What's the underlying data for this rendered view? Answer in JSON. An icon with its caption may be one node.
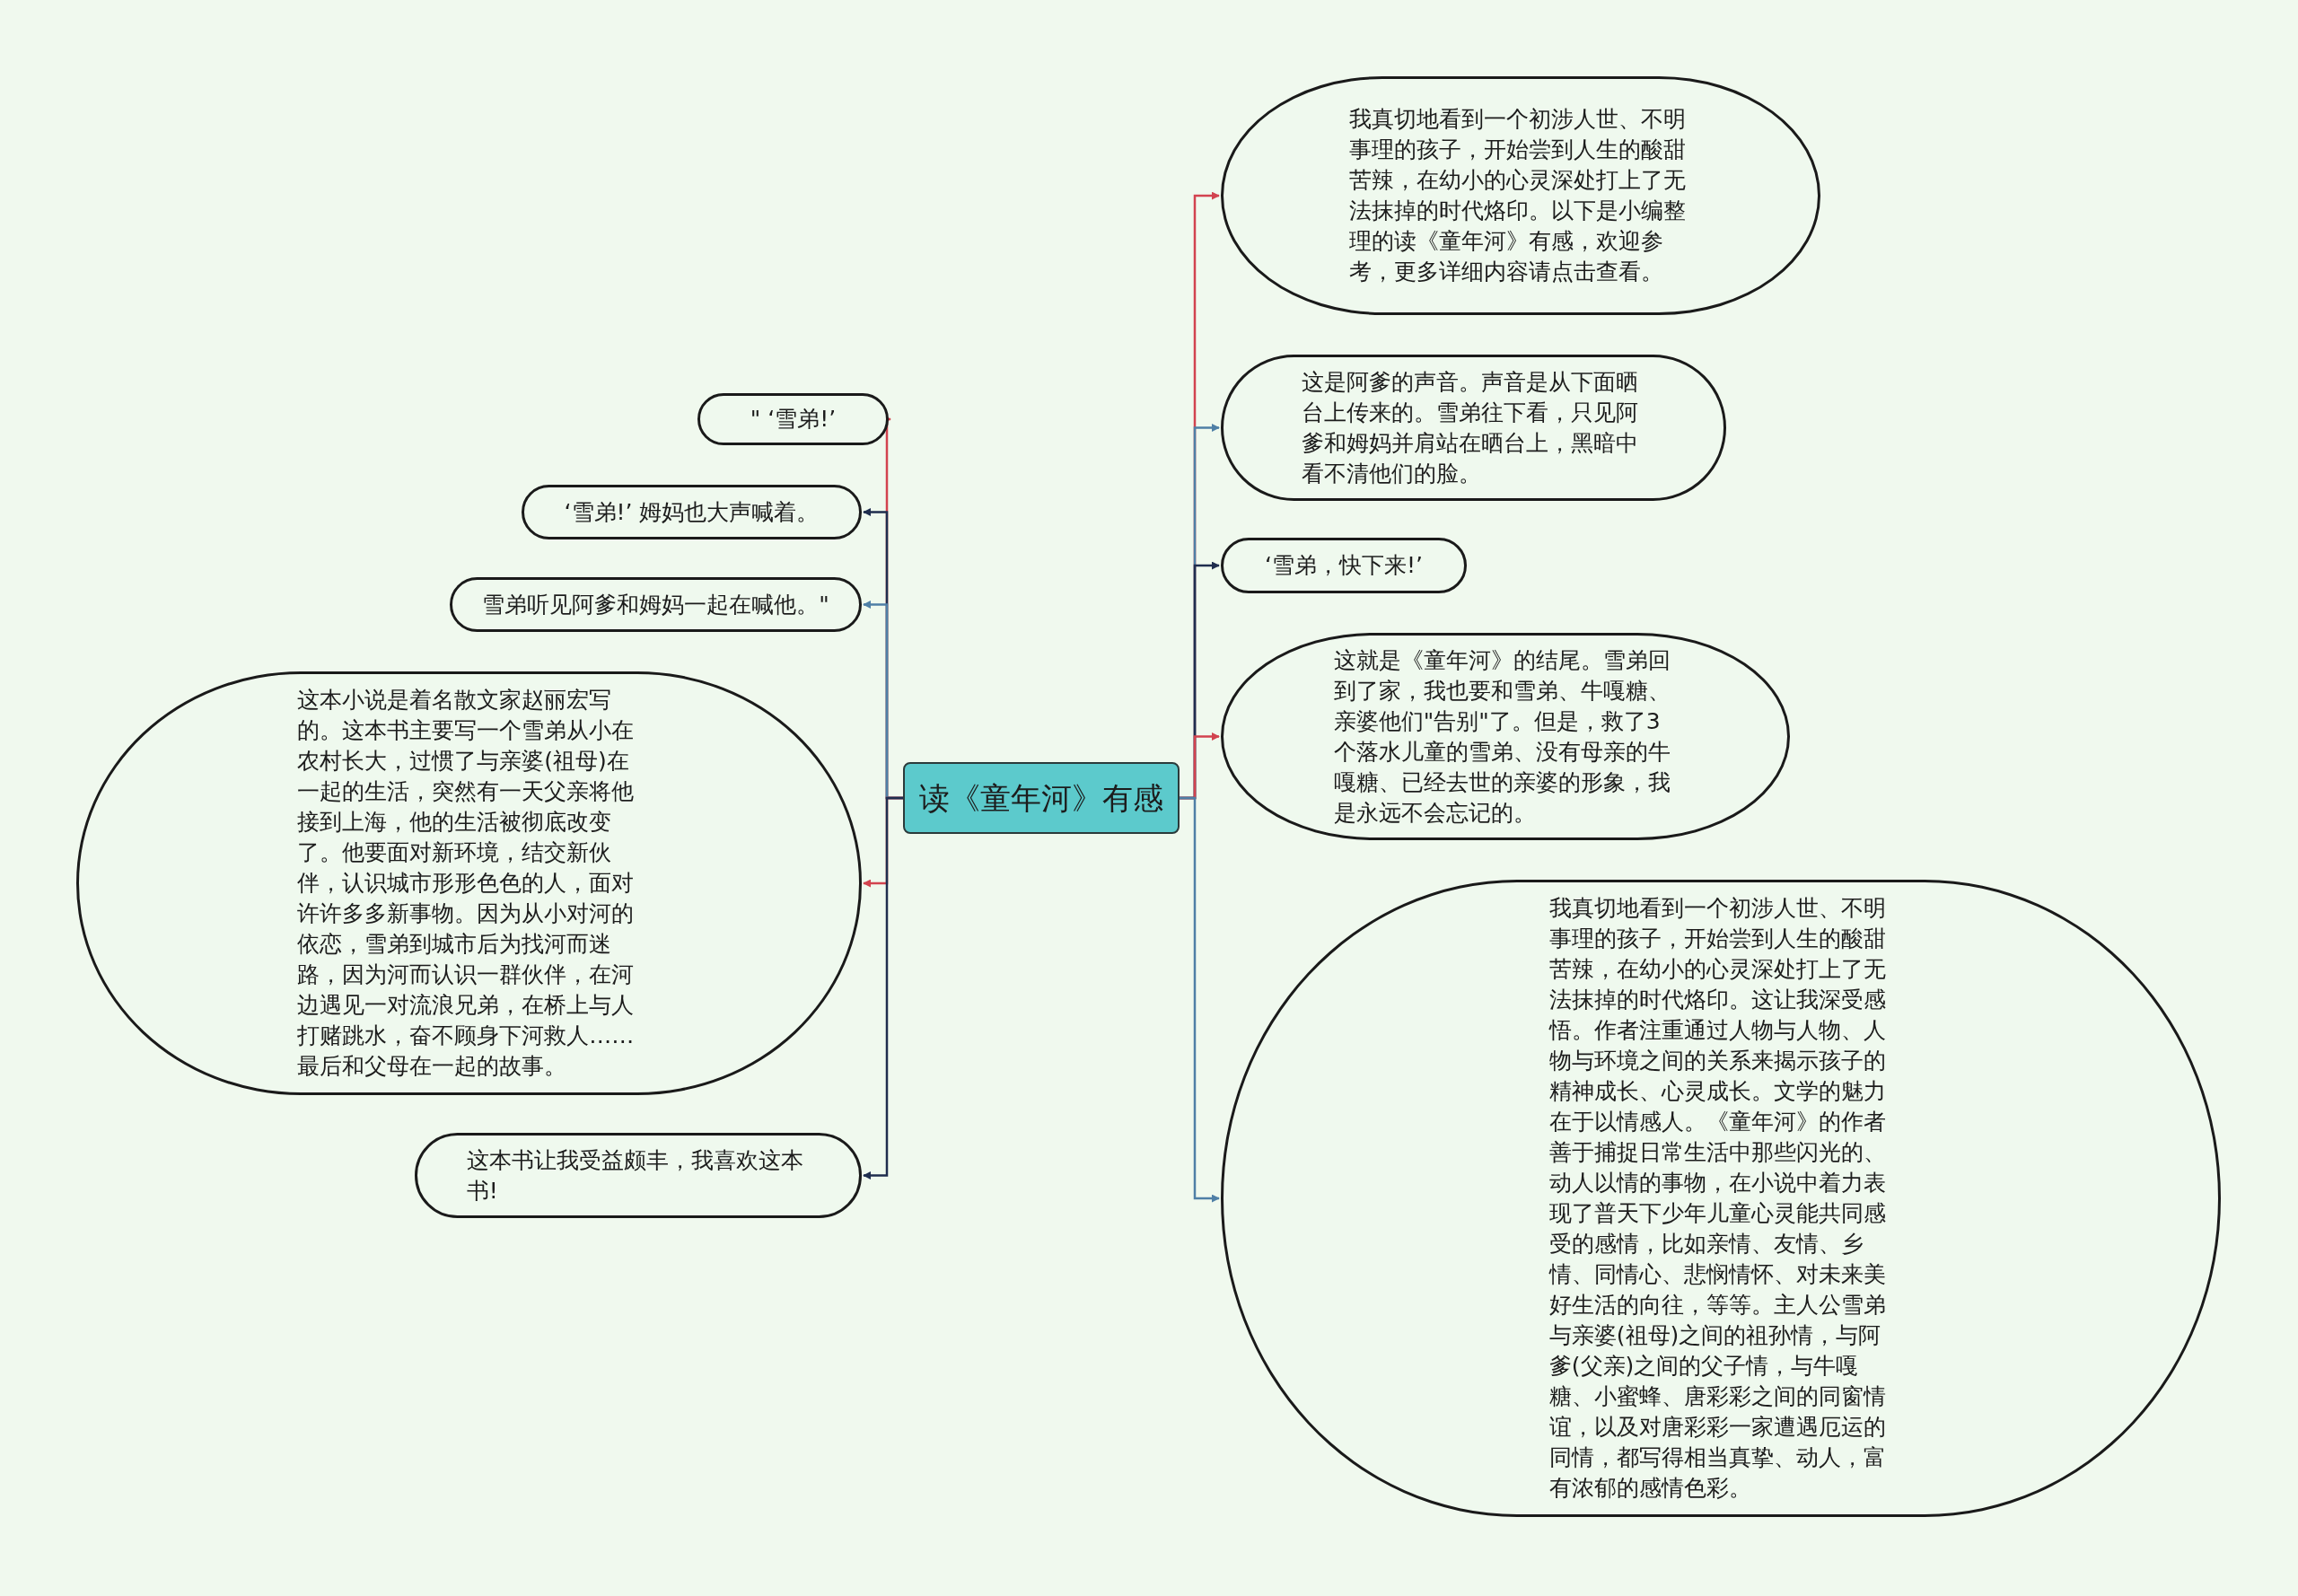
{
  "diagram": {
    "nodes": [
      {
        "text": [
          "读《童年河》有感"
        ]
      },
      {
        "text": [
          "我真切地看到一个初涉人世、不明事理的孩子，开始尝到人生的酸甜苦辣，在幼小的心灵深处打上了无法抹掉的时代烙印。以下是小编整理的读《童年河》有感，欢迎参考，更多详细内容请点击查看。"
        ]
      },
      {
        "text": [
          "这是阿爹的声音。声音是从下面晒台上传来的。雪弟往下看，只见阿爹和姆妈并肩站在晒台上，黑暗中看不清他们的脸。"
        ]
      },
      {
        "text": [
          "‘雪弟，快下来!’"
        ]
      },
      {
        "text": [
          "这就是《童年河》的结尾。雪弟回到了家，我也要和雪弟、牛嘎糖、亲婆他们\"告别\"了。但是，救了3个落水儿童的雪弟、没有母亲的牛嘎糖、已经去世的亲婆的形象，我是永远不会忘记的。"
        ]
      },
      {
        "text": [
          "我真切地看到一个初涉人世、不明事理的孩子，开始尝到人生的酸甜苦辣，在幼小的心灵深处打上了无法抹掉的时代烙印。这让我深受感悟。作者注重通过人物与人物、人物与环境之间的关系来揭示孩子的精神成长、心灵成长。文学的魅力在于以情感人。《童年河》的作者善于捕捉日常生活中那些闪光的、动人以情的事物，在小说中着力表现了普天下少年儿童心灵能共同感受的感情，比如亲情、友情、乡情、同情心、悲悯情怀、对未来美好生活的向往，等等。主人公雪弟与亲婆(祖母)之间的祖孙情，与阿爹(父亲)之间的父子情，与牛嘎糖、小蜜蜂、唐彩彩之间的同窗情谊，以及对唐彩彩一家遭遇厄运的同情，都写得相当真挚、动人，富有浓郁的感情色彩。"
        ]
      },
      {
        "text": [
          "\" ‘雪弟!’"
        ]
      },
      {
        "text": [
          "‘雪弟!’ 姆妈也大声喊着。"
        ]
      },
      {
        "text": [
          "雪弟听见阿爹和姆妈一起在喊他。\""
        ]
      },
      {
        "text": [
          "这本小说是着名散文家赵丽宏写的。这本书主要写一个雪弟从小在农村长大，过惯了与亲婆(祖母)在一起的生活，突然有一天父亲将他接到上海，他的生活被彻底改变了。他要面对新环境，结交新伙伴，认识城市形形色色的人，面对许许多多新事物。因为从小对河的依恋，雪弟到城市后为找河而迷路，因为河而认识一群伙伴，在河边遇见一对流浪兄弟，在桥上与人打赌跳水，奋不顾身下河救人……最后和父母在一起的故事。"
        ]
      },
      {
        "text": [
          "这本书让我受益颇丰，我喜欢这本书!"
        ]
      }
    ],
    "edges": [
      {
        "from": 0,
        "to": 1,
        "arrow": "to",
        "color": "#d2434f"
      },
      {
        "from": 0,
        "to": 2,
        "arrow": "to",
        "color": "#4f7fa6"
      },
      {
        "from": 0,
        "to": 3,
        "arrow": "to",
        "color": "#1f2d4e"
      },
      {
        "from": 0,
        "to": 4,
        "arrow": "to",
        "color": "#d2434f"
      },
      {
        "from": 0,
        "to": 5,
        "arrow": "to",
        "color": "#4f7fa6"
      },
      {
        "from": 0,
        "to": 6,
        "arrow": "to",
        "color": "#d2434f"
      },
      {
        "from": 0,
        "to": 7,
        "arrow": "to",
        "color": "#1f2d4e"
      },
      {
        "from": 0,
        "to": 8,
        "arrow": "to",
        "color": "#4f7fa6"
      },
      {
        "from": 0,
        "to": 9,
        "arrow": "to",
        "color": "#d2434f"
      },
      {
        "from": 0,
        "to": 10,
        "arrow": "to",
        "color": "#1f2d4e"
      }
    ]
  }
}
